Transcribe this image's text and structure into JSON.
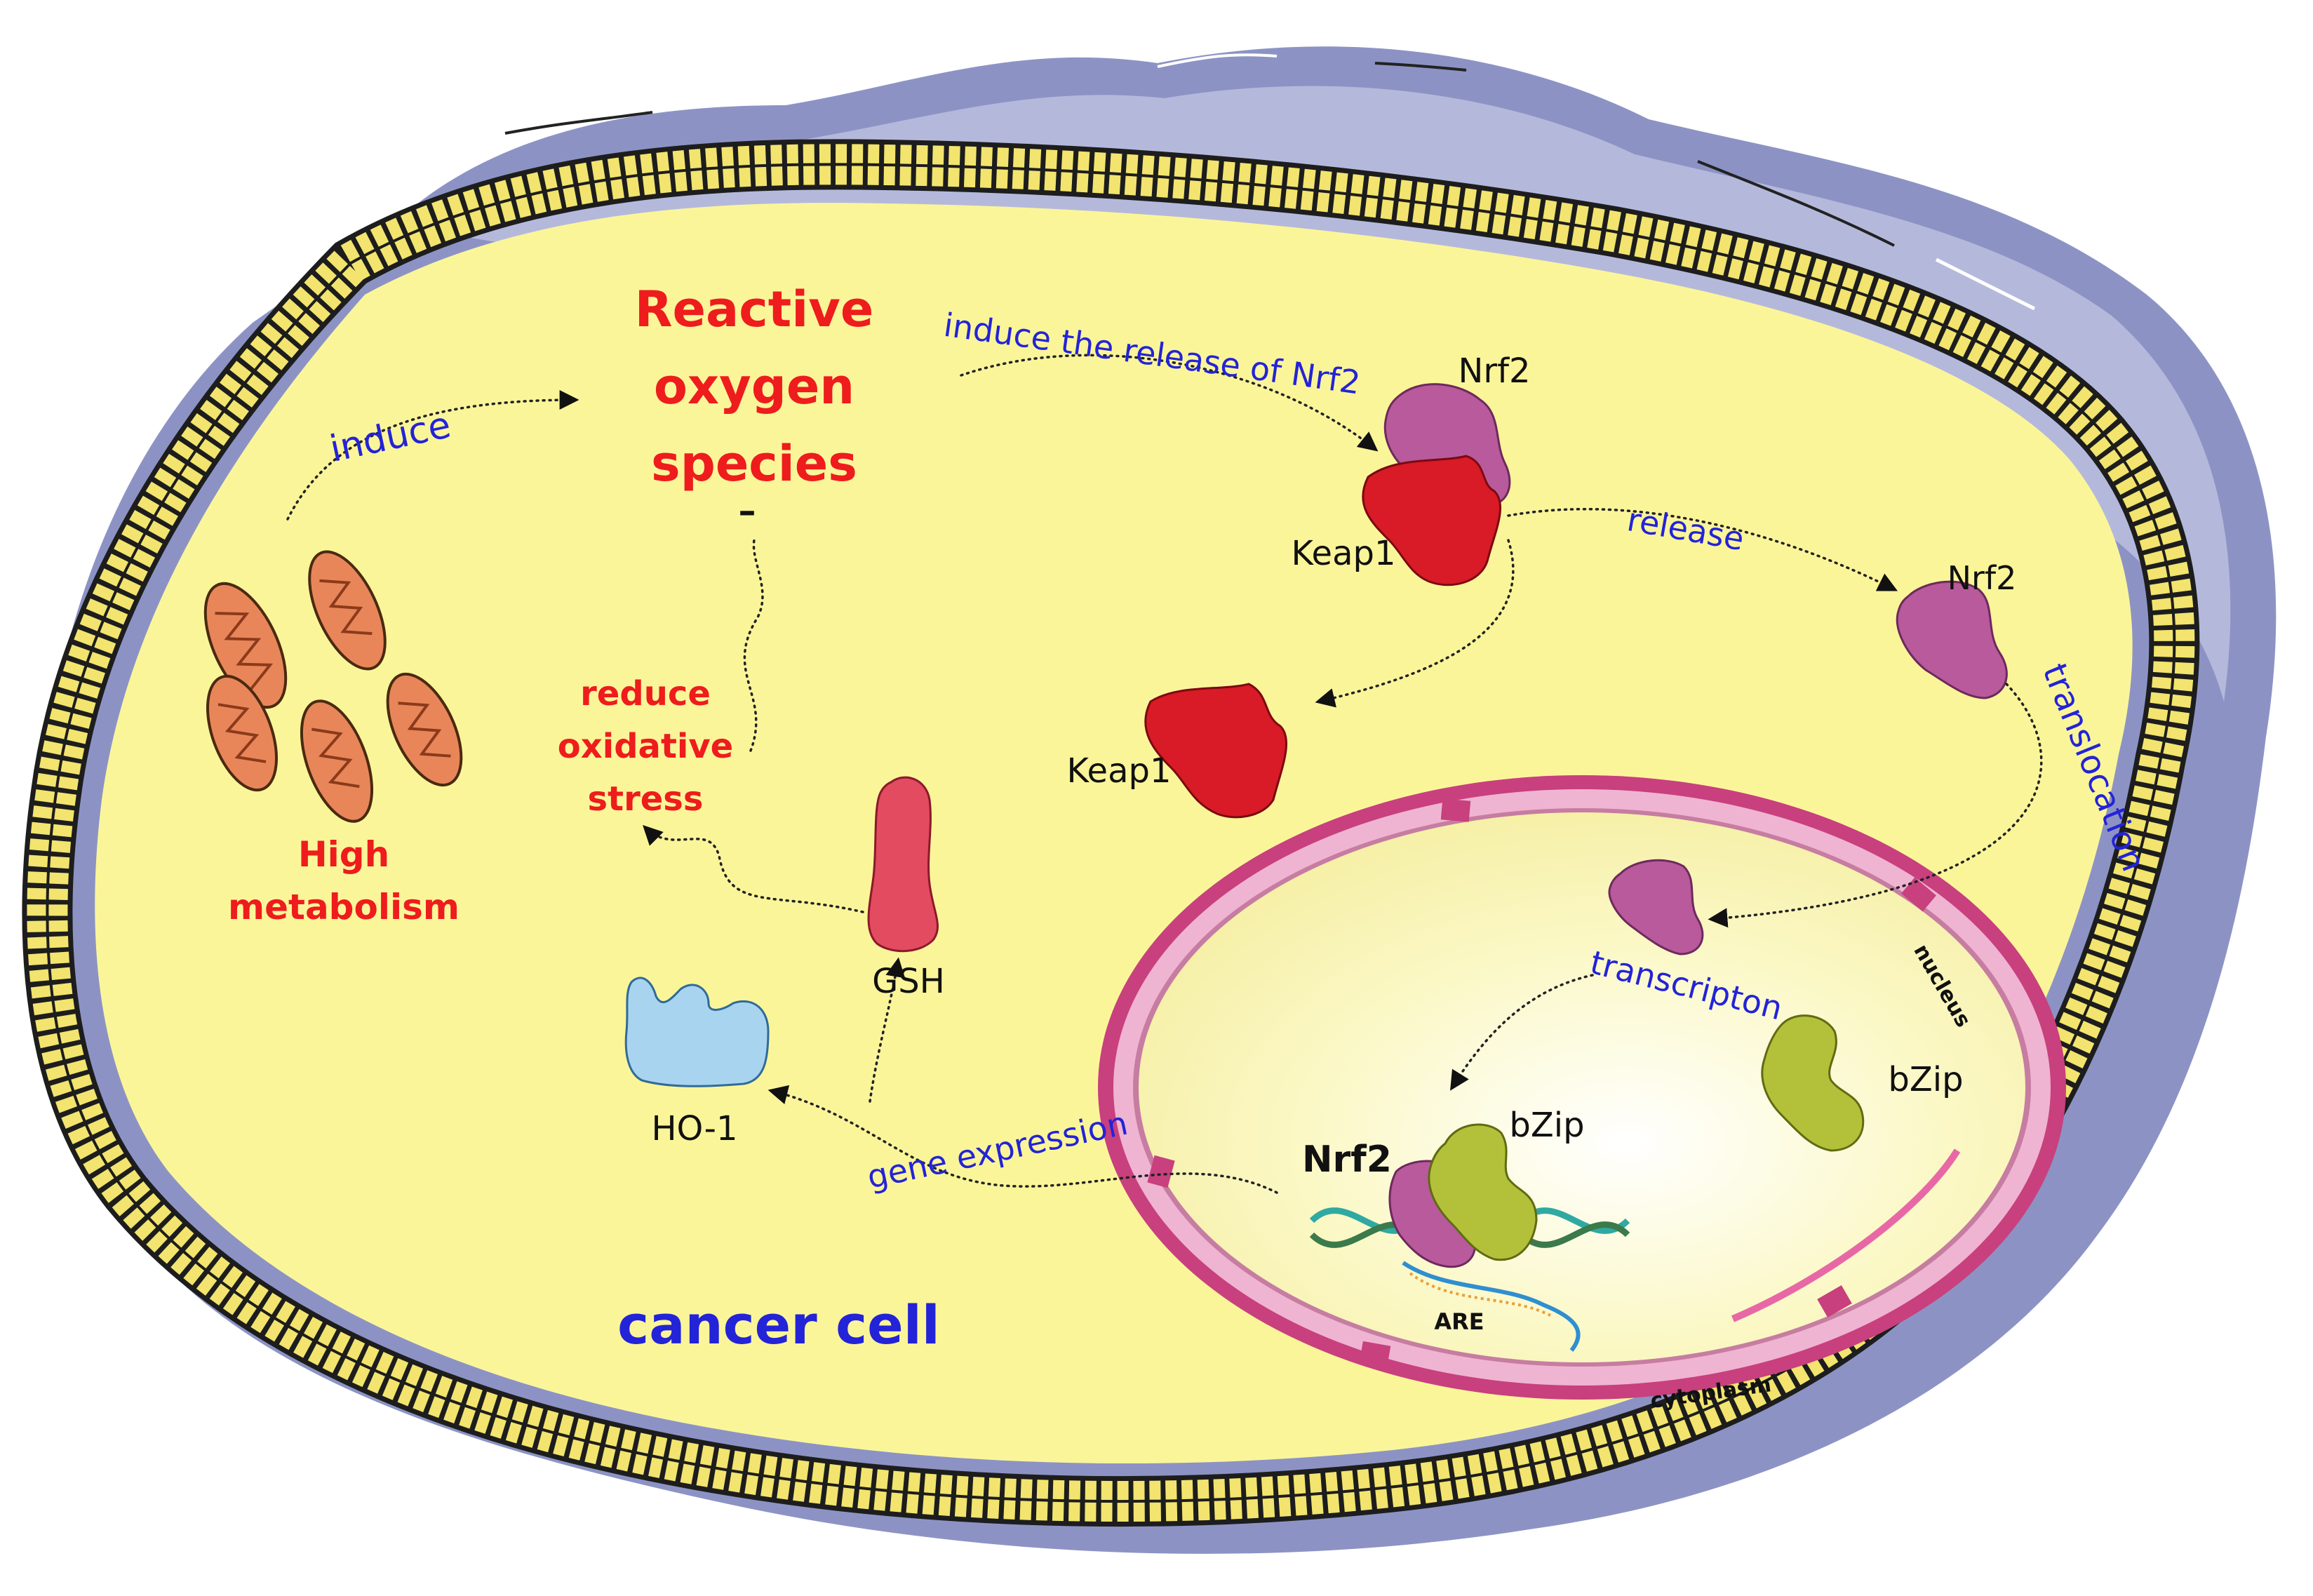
{
  "labels": {
    "ros": [
      "Reactive",
      "oxygen",
      "species"
    ],
    "induce": "induce",
    "induce_release": "induce the release of Nrf2",
    "release": "release",
    "translocation": "translocation",
    "transcription": "transcripton",
    "gene_expression": "gene expression",
    "reduce": [
      "reduce",
      "oxidative",
      "stress"
    ],
    "high_metabolism": [
      "High",
      "metabolism"
    ],
    "cancer_cell": "cancer cell",
    "nucleus": "nucleus",
    "cytoplasm": "cytoplasm",
    "nrf2_top": "Nrf2",
    "keap1_top": "Keap1",
    "nrf2_right": "Nrf2",
    "keap1_free": "Keap1",
    "gsh": "GSH",
    "ho1": "HO-1",
    "bzip_right": "bZip",
    "bzip_center": "bZip",
    "nrf2_dna": "Nrf2",
    "are": "ARE",
    "inhibit_mark": "–"
  },
  "colors": {
    "membrane_outer": "#8c93c4",
    "membrane_light": "#b4b9dc",
    "cytoplasm": "#fbf59a",
    "membrane_beads": "#f2e46e",
    "nuclear_envelope": "#e8a9c9",
    "nuclear_envelope_dark": "#c8407e",
    "mitochondria": "#e8865a",
    "keap1": "#d81b26",
    "nrf2": "#b85a9c",
    "bzip": "#b3c13a",
    "gsh": "#e24b60",
    "ho1": "#a9d4ef",
    "red_text": "#ee1c1c",
    "blue_text": "#2323d8"
  }
}
